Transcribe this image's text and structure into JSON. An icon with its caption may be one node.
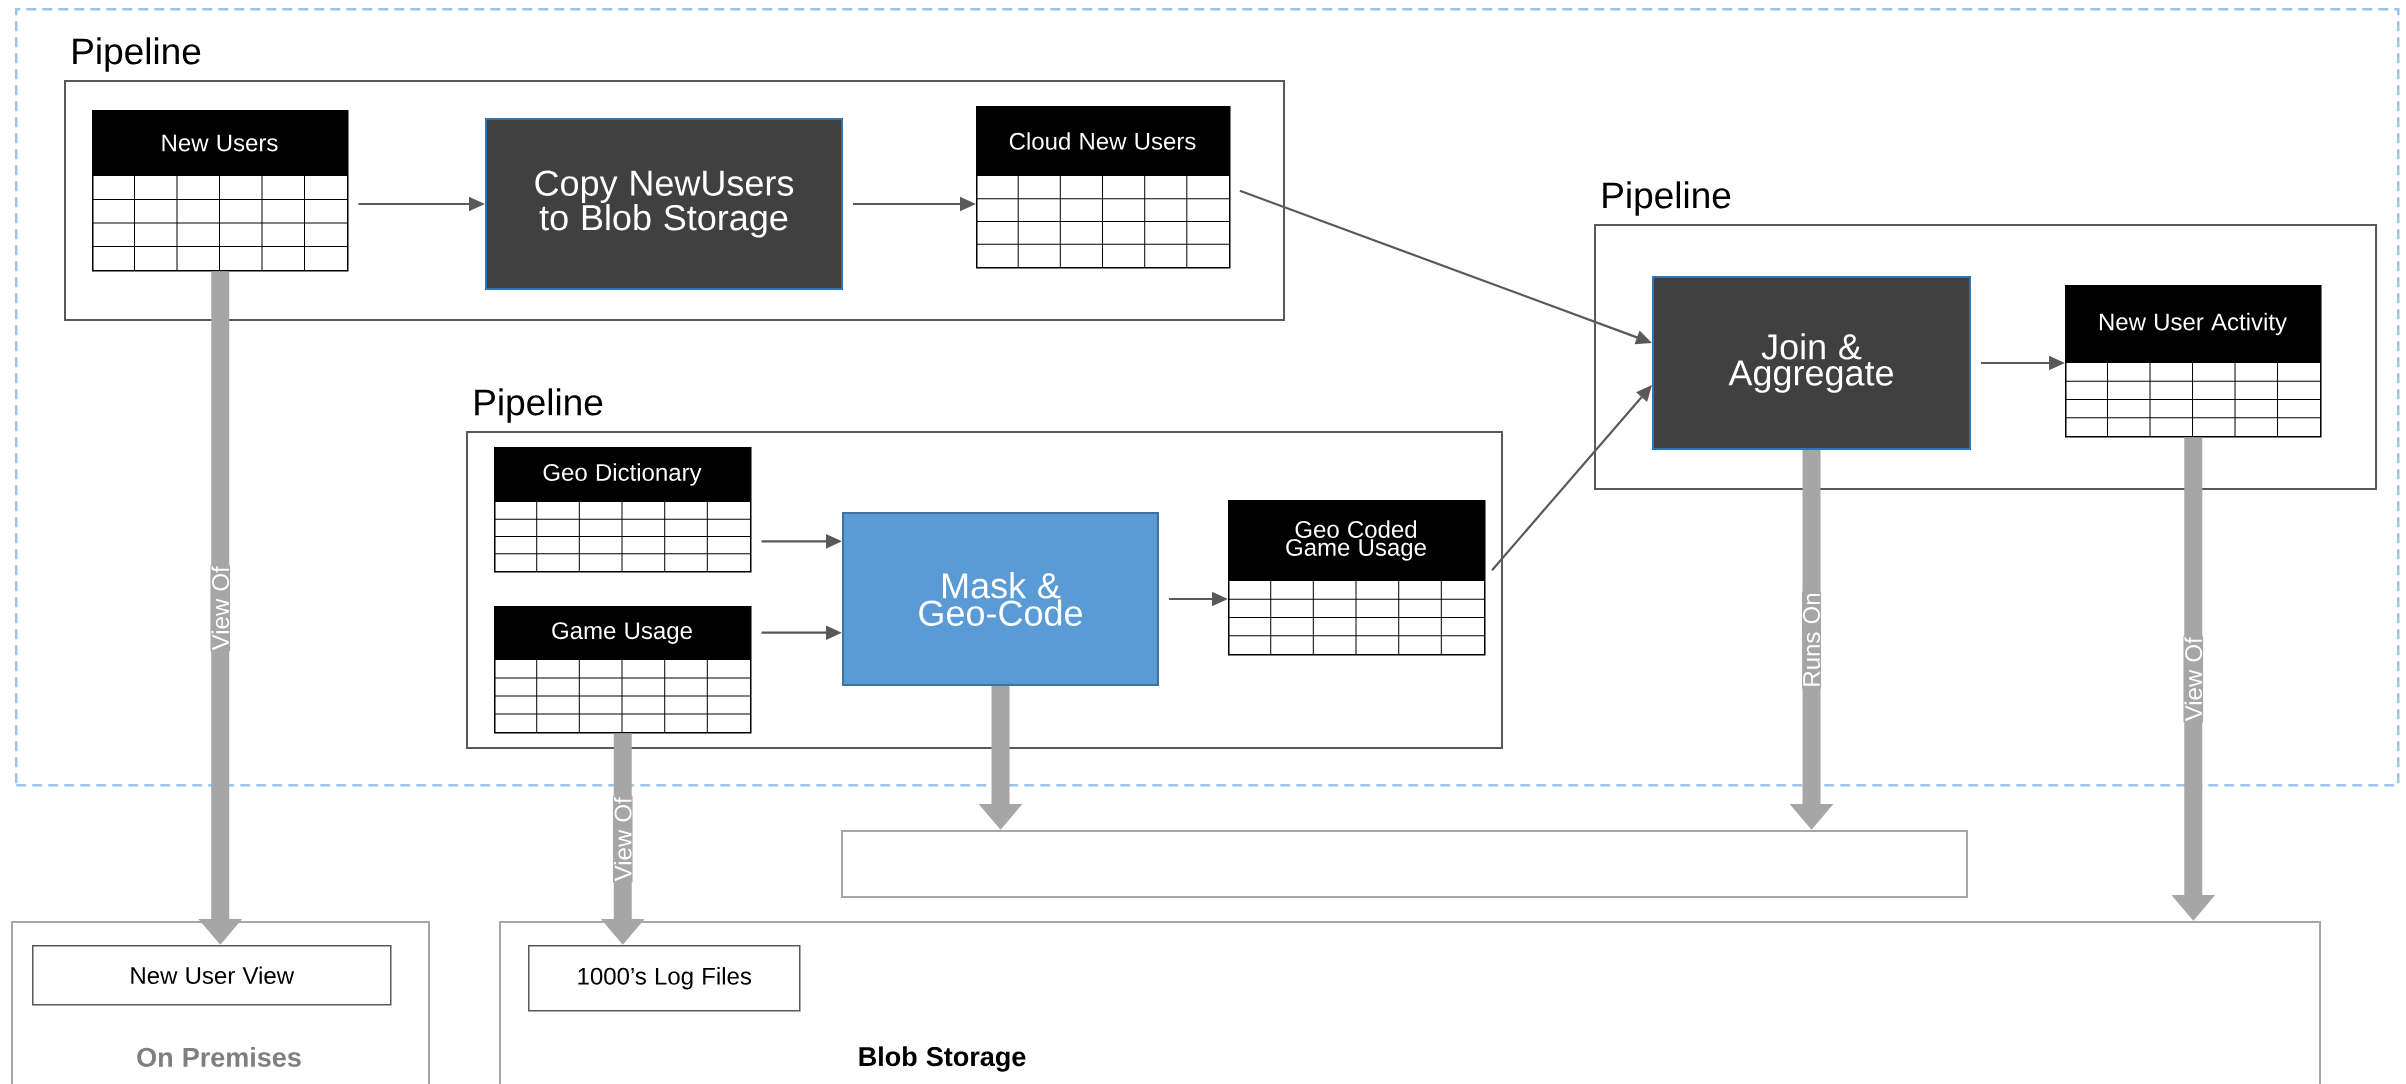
{
  "diagram": {
    "nodes": [
      {
        "text": [],
        "shape": "box"
      },
      {
        "text": [
          "Pipeline"
        ],
        "in": 0
      },
      {
        "text": [
          "New Users"
        ],
        "in": 1
      },
      {
        "text": [
          "Copy NewUsers to Blob Storage"
        ],
        "in": 1
      },
      {
        "text": [
          "Cloud New Users"
        ],
        "in": 1
      },
      {
        "text": [
          "Pipeline"
        ],
        "in": 0
      },
      {
        "text": [
          "Join & Aggregate"
        ],
        "in": 5
      },
      {
        "text": [
          "New User Activity"
        ],
        "in": 5
      },
      {
        "text": [
          "Pipeline"
        ],
        "in": 0
      },
      {
        "text": [
          "Geo Dictionary"
        ],
        "in": 8
      },
      {
        "text": [
          "Game Usage"
        ],
        "in": 8
      },
      {
        "text": [
          "Mask & Geo-Code"
        ],
        "in": 8
      },
      {
        "text": [
          "Geo Coded Game Usage"
        ],
        "in": 8
      },
      {
        "text": [],
        "shape": "box"
      },
      {
        "text": [
          "On Premises"
        ]
      },
      {
        "text": [
          "New User View"
        ],
        "in": 14
      },
      {
        "text": [
          "Blob Storage"
        ]
      },
      {
        "text": [
          "1000’s Log Files"
        ],
        "in": 16
      }
    ],
    "edges": [
      {
        "from": 2,
        "to": 3,
        "arrow": "to"
      },
      {
        "from": 3,
        "to": 4,
        "arrow": "to"
      },
      {
        "from": 4,
        "to": 6,
        "arrow": "to"
      },
      {
        "from": 9,
        "to": 11,
        "arrow": "to"
      },
      {
        "from": 10,
        "to": 11,
        "arrow": "to"
      },
      {
        "from": 11,
        "to": 12,
        "arrow": "to"
      },
      {
        "from": 12,
        "to": 6,
        "arrow": "to"
      },
      {
        "from": 6,
        "to": 7,
        "arrow": "to"
      },
      {
        "from": 2,
        "to": 15,
        "arrow": "to",
        "label": "View Of",
        "style": "thick",
        "color": "#a6a6a6"
      },
      {
        "from": 10,
        "to": 17,
        "arrow": "to",
        "label": "View Of",
        "style": "thick",
        "color": "#a6a6a6"
      },
      {
        "from": 11,
        "to": 13,
        "arrow": "to",
        "style": "thick",
        "color": "#a6a6a6"
      },
      {
        "from": 6,
        "to": 13,
        "arrow": "to",
        "label": "Runs On",
        "style": "thick",
        "color": "#a6a6a6"
      },
      {
        "from": 7,
        "to": 16,
        "arrow": "to",
        "label": "View Of",
        "style": "thick",
        "color": "#a6a6a6"
      }
    ]
  }
}
